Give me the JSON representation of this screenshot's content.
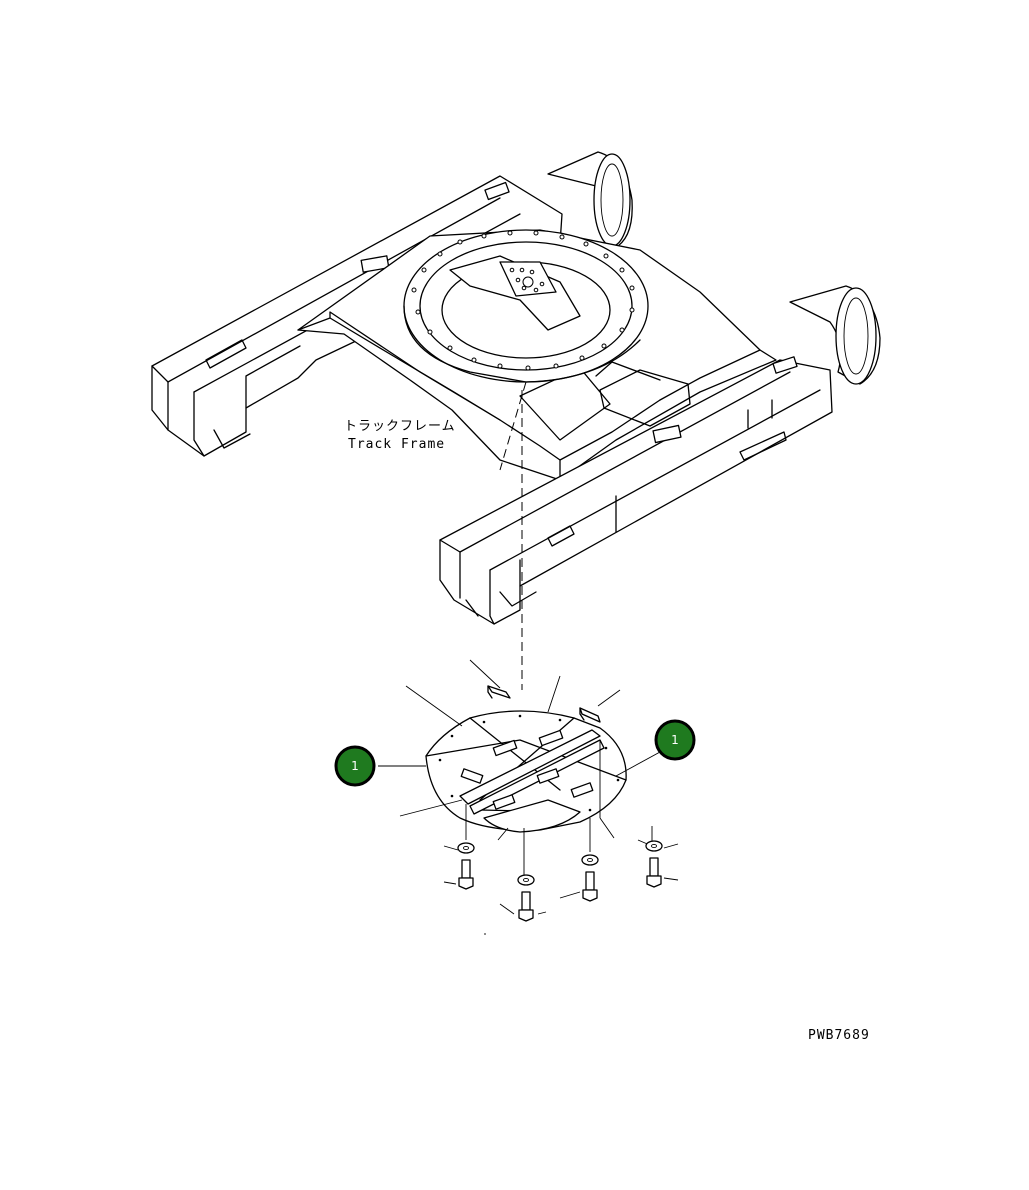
{
  "labels": {
    "part_name_jp": "トラックフレーム",
    "part_name_en": "Track Frame",
    "drawing_code": "PWB7689"
  },
  "callouts": [
    {
      "number": "1",
      "color": "#1f7a1f"
    },
    {
      "number": "1",
      "color": "#1f7a1f"
    }
  ]
}
